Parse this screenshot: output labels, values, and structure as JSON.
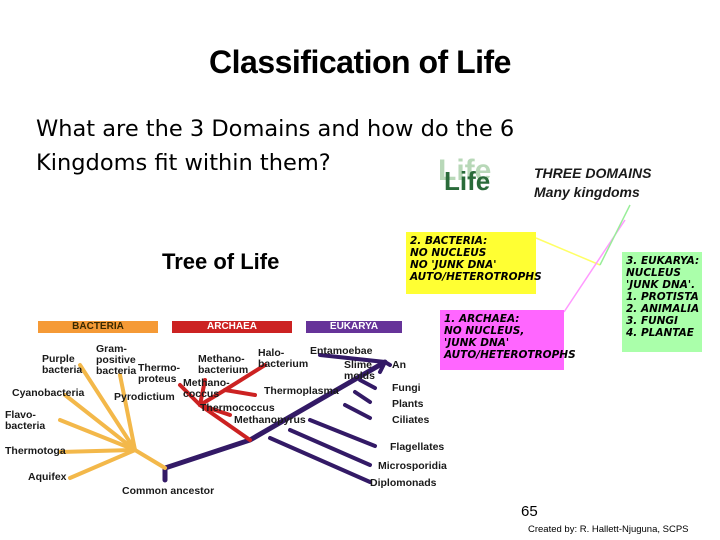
{
  "slide": {
    "title": "Classification of Life",
    "question_line1": "What are the 3 Domains and how do the 6",
    "question_line2": "Kingdoms fit within them?",
    "page_number": "65",
    "credit": "Created by: R. Hallett-Njuguna, SCPS"
  },
  "tree": {
    "title": "Tree of Life",
    "domains": [
      {
        "label": "BACTERIA",
        "color": "#f59a36"
      },
      {
        "label": "ARCHAEA",
        "color": "#cc2222"
      },
      {
        "label": "EUKARYA",
        "color": "#663399"
      }
    ],
    "labels": {
      "purple": "Purple\nbacteria",
      "gram": "Gram-\npositive\nbacteria",
      "cyano": "Cyanobacteria",
      "flavo": "Flavo-\nbacteria",
      "thermotoga": "Thermotoga",
      "aquifex": "Aquifex",
      "thermoproteus": "Thermo-\nproteus",
      "pyrodictium": "Pyrodictium",
      "methanobact": "Methano-\nbacterium",
      "methanococcus": "Methano-\ncoccus",
      "halo": "Halo-\nbacterium",
      "thermococcus": "Thermococcus",
      "thermoplasma": "Thermoplasma",
      "methanopyrus": "Methanopyrus",
      "entamoebae": "Entamoebae",
      "slime": "Slime\nmolds",
      "an": "An",
      "fungi": "Fungi",
      "plants": "Plants",
      "ciliates": "Ciliates",
      "flagellates": "Flagellates",
      "microsporidia": "Microsporidia",
      "diplomonads": "Diplomonads",
      "common": "Common ancestor"
    }
  },
  "overlay": {
    "life_logo": "Life",
    "header_line1": "THREE DOMAINS",
    "header_line2": "Many kingdoms",
    "bacteria_box": [
      "2. BACTERIA:",
      "NO NUCLEUS",
      "NO 'JUNK DNA'",
      "AUTO/HETEROTROPHS"
    ],
    "archaea_box": [
      "1. ARCHAEA:",
      "NO NUCLEUS,",
      "'JUNK DNA'",
      "AUTO/HETEROTROPHS"
    ],
    "eukarya_box": [
      "3. EUKARYA:",
      "NUCLEUS",
      "'JUNK DNA'.",
      "1. PROTISTA",
      "2. ANIMALIA",
      "3. FUNGI",
      "4. PLANTAE"
    ],
    "colors": {
      "bacteria_box": "#ffff33",
      "archaea_box": "#ff66ff",
      "eukarya_box": "#aaffaa"
    }
  }
}
